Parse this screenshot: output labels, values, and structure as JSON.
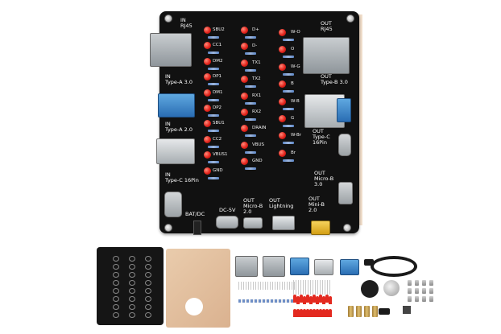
{
  "board": {
    "labels": {
      "in_rj45": "IN\nRJ45",
      "out_rj45": "OUT\nRJ45",
      "in_typea3": "IN\nType-A 3.0",
      "out_typeb3": "OUT\nType-B 3.0",
      "in_typea2": "IN\nType-A 2.0",
      "out_typec16": "OUT\nType-C\n16Pin",
      "out_microb3": "OUT\nMicro-B\n3.0",
      "in_typec16": "IN\nType-C 16Pin",
      "out_microb2": "OUT\nMicro-B\n2.0",
      "out_lightning": "OUT\nLightning",
      "out_minib2": "OUT\nMini-B\n2.0",
      "bat_dc": "BAT/DC",
      "dc5v": "DC-5V"
    },
    "col1": [
      "SBU2",
      "CC1",
      "DM2",
      "DP1",
      "DM1",
      "DP2",
      "SBU1",
      "CC2",
      "VBUS1",
      "GND"
    ],
    "col2": [
      "D+",
      "D-",
      "TX1",
      "TX2",
      "RX1",
      "RX2",
      "DRAIN",
      "VBUS",
      "GND"
    ],
    "col3": [
      "W-O",
      "O",
      "W-G",
      "B",
      "W-B",
      "G",
      "W-Br",
      "Br"
    ],
    "colors": {
      "board": "#111111",
      "led": "#e3231b",
      "plate": "#d9b08b"
    }
  }
}
